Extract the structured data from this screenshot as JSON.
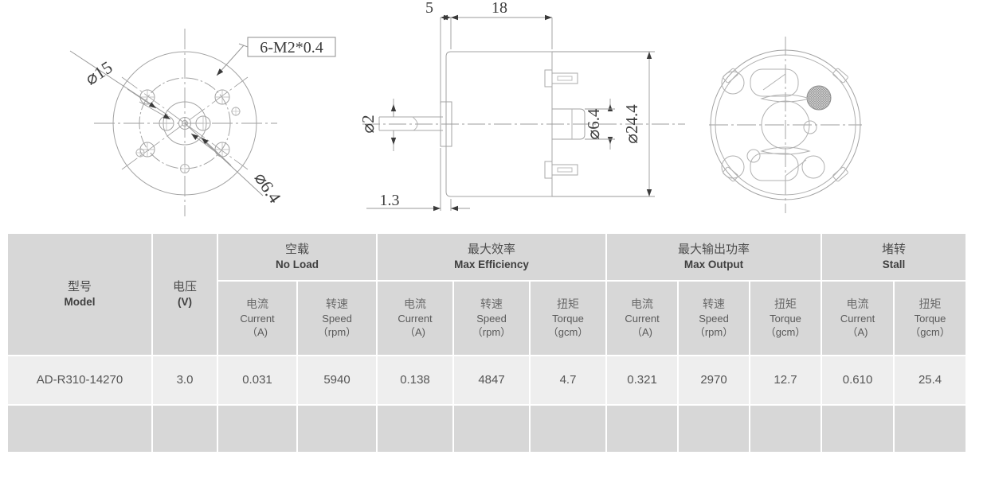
{
  "drawing": {
    "front_view": {
      "callout_thread": "6-M2*0.4",
      "dim_bolt_circle": "⌀15",
      "dim_pilot": "⌀6.4"
    },
    "side_view": {
      "dim_shaft_length": "5",
      "dim_body_length": "18",
      "dim_flange_thickness": "1.3",
      "dim_shaft_dia": "⌀2",
      "dim_boss_dia": "⌀6.4",
      "dim_body_dia": "⌀24.4"
    },
    "rear_view": {}
  },
  "table": {
    "groups": [
      {
        "cn": "型号",
        "en": "Model"
      },
      {
        "cn": "电压",
        "en": "(V)"
      },
      {
        "cn": "空载",
        "en": "No Load"
      },
      {
        "cn": "最大效率",
        "en": "Max Efficiency"
      },
      {
        "cn": "最大输出功率",
        "en": "Max Output"
      },
      {
        "cn": "堵转",
        "en": "Stall"
      }
    ],
    "subheaders": [
      {
        "cn": "电流",
        "en": "Current",
        "unit": "（A)"
      },
      {
        "cn": "转速",
        "en": "Speed",
        "unit": "（rpm）"
      },
      {
        "cn": "电流",
        "en": "Current",
        "unit": "（A)"
      },
      {
        "cn": "转速",
        "en": "Speed",
        "unit": "（rpm）"
      },
      {
        "cn": "扭矩",
        "en": "Torque",
        "unit": "（gcm）"
      },
      {
        "cn": "电流",
        "en": "Current",
        "unit": "（A)"
      },
      {
        "cn": "转速",
        "en": "Speed",
        "unit": "（rpm）"
      },
      {
        "cn": "扭矩",
        "en": "Torque",
        "unit": "（gcm）"
      },
      {
        "cn": "电流",
        "en": "Current",
        "unit": "（A)"
      },
      {
        "cn": "扭矩",
        "en": "Torque",
        "unit": "（gcm）"
      }
    ],
    "rows": [
      {
        "model": "AD-R310-14270",
        "voltage": "3.0",
        "noload_current": "0.031",
        "noload_speed": "5940",
        "maxeff_current": "0.138",
        "maxeff_speed": "4847",
        "maxeff_torque": "4.7",
        "maxout_current": "0.321",
        "maxout_speed": "2970",
        "maxout_torque": "12.7",
        "stall_current": "0.610",
        "stall_torque": "25.4"
      }
    ],
    "blank_row": {
      "model": "",
      "voltage": "",
      "noload_current": "",
      "noload_speed": "",
      "maxeff_current": "",
      "maxeff_speed": "",
      "maxeff_torque": "",
      "maxout_current": "",
      "maxout_speed": "",
      "maxout_torque": "",
      "stall_current": "",
      "stall_torque": ""
    }
  },
  "colors": {
    "header_bg": "#d7d7d7",
    "data_bg": "#eeeeee",
    "text": "#4a4a4a",
    "line": "#9a9a9a"
  }
}
